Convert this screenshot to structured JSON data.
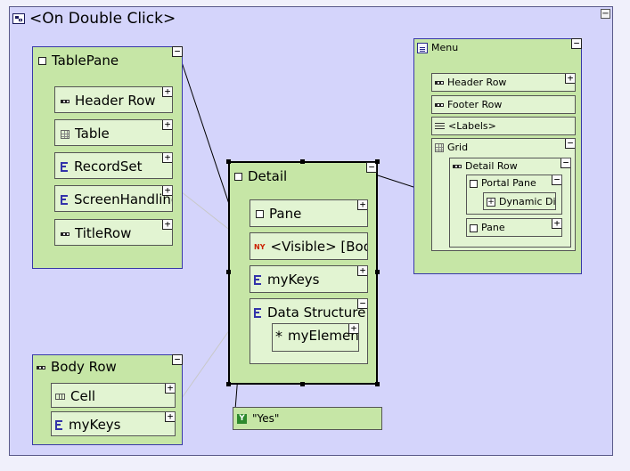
{
  "window": {
    "title": "<On Double Click>"
  },
  "table_pane": {
    "title": "TablePane",
    "items": [
      {
        "label": "Header Row"
      },
      {
        "label": "Table"
      },
      {
        "label": "RecordSet"
      },
      {
        "label": "ScreenHandling"
      },
      {
        "label": "TitleRow"
      }
    ]
  },
  "body_row": {
    "title": "Body Row",
    "items": [
      {
        "label": "Cell"
      },
      {
        "label": "myKeys"
      }
    ]
  },
  "detail": {
    "title": "Detail",
    "items": [
      {
        "label": "Pane"
      },
      {
        "label": "<Visible> [Boolean]"
      },
      {
        "label": "myKeys"
      },
      {
        "label": "Data Structure"
      }
    ],
    "element": "myElement"
  },
  "yes_value": "\"Yes\"",
  "menu": {
    "title": "Menu",
    "items": [
      {
        "label": "Header Row"
      },
      {
        "label": "Footer Row"
      },
      {
        "label": "<Labels>"
      }
    ],
    "grid": {
      "title": "Grid",
      "detail_row": "Detail Row",
      "portal_pane": "Portal Pane",
      "dynamic": "Dynamic Display",
      "pane": "Pane"
    }
  },
  "toggle": {
    "expand": "+",
    "collapse": "−"
  },
  "colors": {
    "canvas": "#d4d4fb",
    "container": "#c6e6a6",
    "node": "#e2f4d2",
    "container_border": "#3838a8"
  }
}
